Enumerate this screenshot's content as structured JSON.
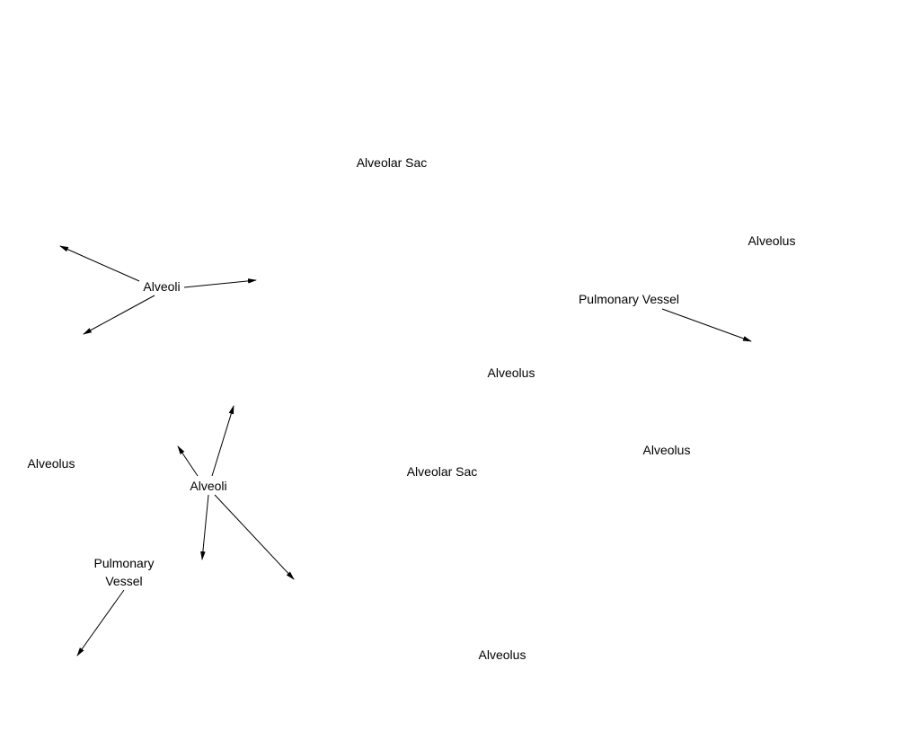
{
  "labels": {
    "alveolar_sac_top": "Alveolar Sac",
    "alveolus_top_right": "Alveolus",
    "alveoli_upper": "Alveoli",
    "pulmonary_vessel_right": "Pulmonary Vessel",
    "alveolus_center": "Alveolus",
    "alveolus_right_mid": "Alveolus",
    "alveolar_sac_mid": "Alveolar Sac",
    "alveolus_left": "Alveolus",
    "alveoli_lower": "Alveoli",
    "pulmonary_vessel_left_line1": "Pulmonary",
    "pulmonary_vessel_left_line2": "Vessel",
    "alveolus_bottom": "Alveolus"
  },
  "colors": {
    "background": "#ffffff",
    "ink": "#000000"
  }
}
